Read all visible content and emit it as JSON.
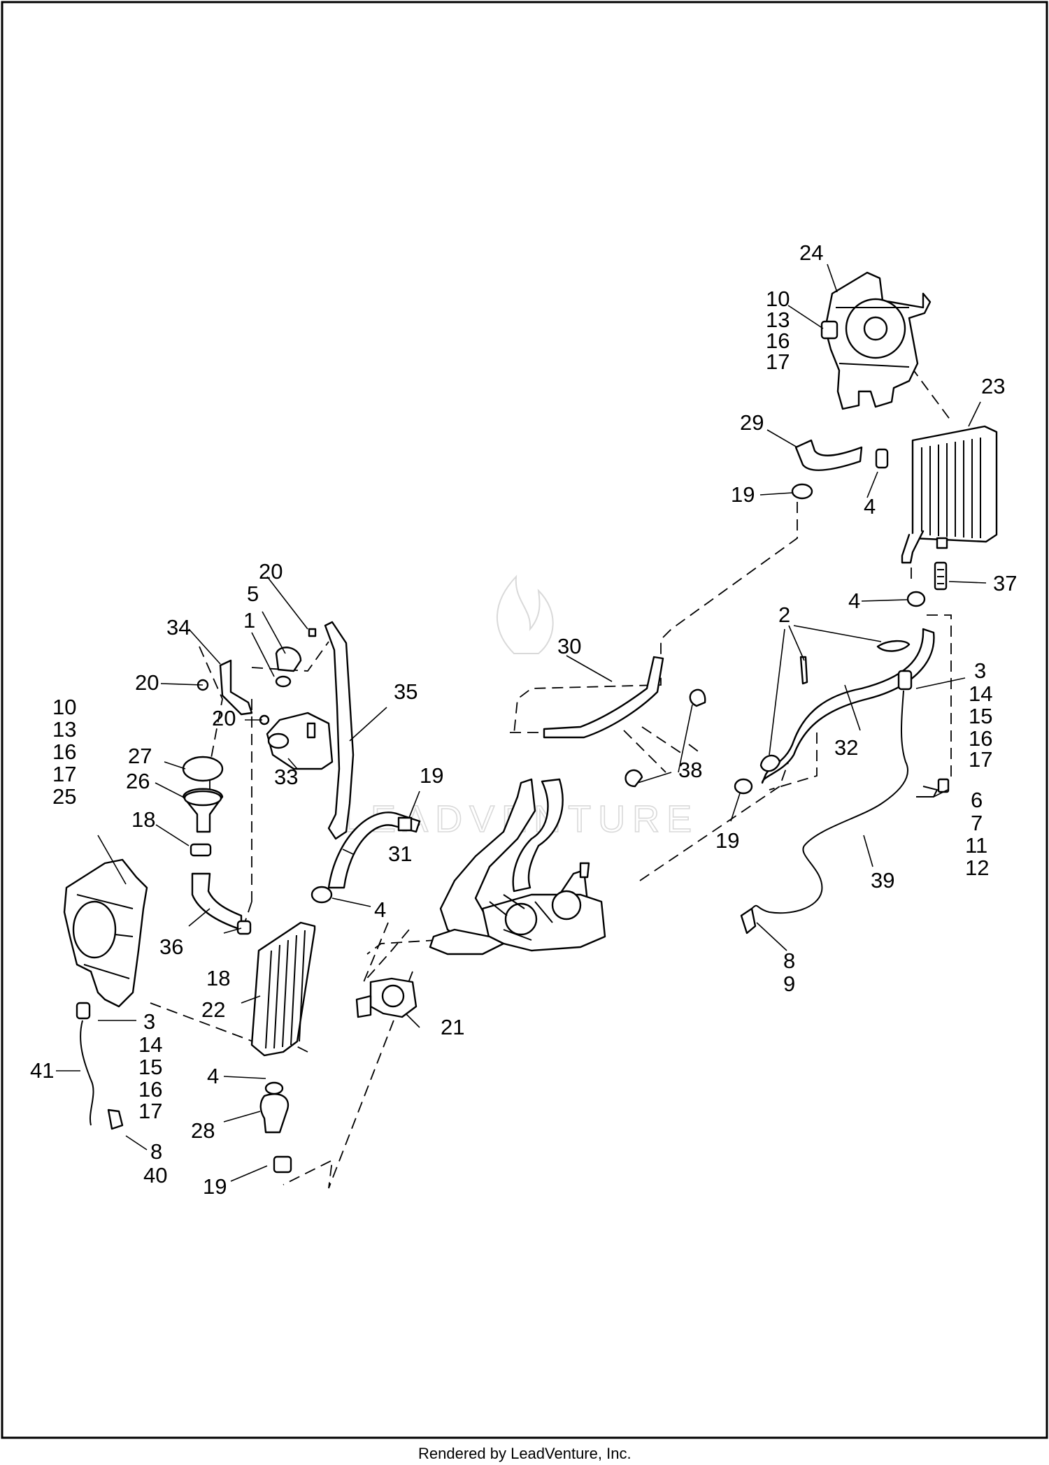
{
  "diagram": {
    "labels": {
      "l24": "24",
      "l10a": "10",
      "l13a": "13",
      "l16a": "16",
      "l17a": "17",
      "l23": "23",
      "l29": "29",
      "l19a": "19",
      "l4a": "4",
      "l37": "37",
      "l4b": "4",
      "l2": "2",
      "l3a": "3",
      "l14a": "14",
      "l15a": "15",
      "l16b": "16",
      "l17b": "17",
      "l32": "32",
      "l30": "30",
      "l38": "38",
      "l19b": "19",
      "l6": "6",
      "l7": "7",
      "l11": "11",
      "l12": "12",
      "l39": "39",
      "l8a": "8",
      "l9": "9",
      "l20a": "20",
      "l5": "5",
      "l34": "34",
      "l1": "1",
      "l20b": "20",
      "l20c": "20",
      "l35": "35",
      "l33": "33",
      "l10b": "10",
      "l13b": "13",
      "l16c": "16",
      "l17c": "17",
      "l25": "25",
      "l27": "27",
      "l26": "26",
      "l18a": "18",
      "l19c": "19",
      "l31": "31",
      "l4c": "4",
      "l36": "36",
      "l18b": "18",
      "l22": "22",
      "l21": "21",
      "l3b": "3",
      "l14b": "14",
      "l15b": "15",
      "l16d": "16",
      "l17d": "17",
      "l41": "41",
      "l4d": "4",
      "l28": "28",
      "l8b": "8",
      "l40": "40",
      "l19d": "19"
    },
    "watermark": "LEADVENTURE",
    "footer": "Rendered by LeadVenture, Inc."
  }
}
